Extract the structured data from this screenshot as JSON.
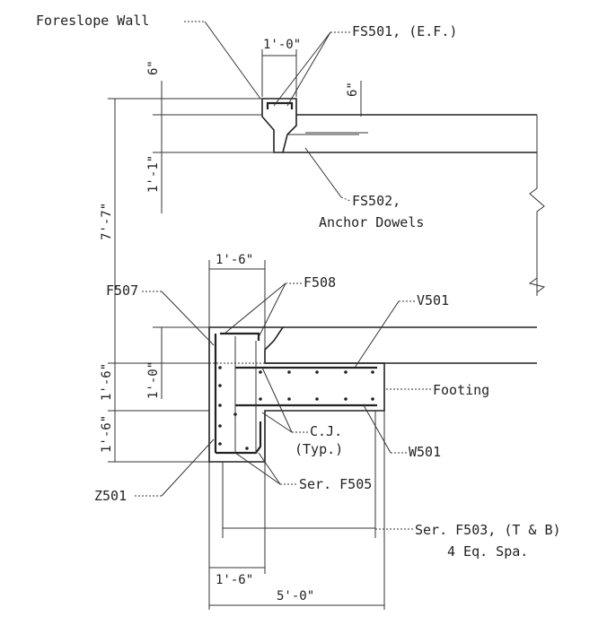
{
  "labels": {
    "foreslope_wall": "Foreslope Wall",
    "fs501": "FS501, (E.F.)",
    "fs502_line1": "FS502,",
    "fs502_line2": "Anchor Dowels",
    "f507": "F507",
    "f508": "F508",
    "v501": "V501",
    "footing": "Footing",
    "cj_line1": "C.J.",
    "cj_line2": "(Typ.)",
    "w501": "W501",
    "z501": "Z501",
    "ser_f505": "Ser. F505",
    "ser_f503_line1": "Ser. F503, (T & B)",
    "ser_f503_line2": "4 Eq. Spa."
  },
  "dimensions": {
    "top_width": "1'-0\"",
    "top_height": "6\"",
    "right_height": "6\"",
    "wall_height": "1'-1\"",
    "overall_height": "7'-7\"",
    "stem_width": "1'-6\"",
    "slab_height": "1'-0\"",
    "upper_footing": "1'-6\"",
    "lower_footing": "1'-6\"",
    "bottom_stem": "1'-6\"",
    "footing_length": "5'-0\""
  },
  "colors": {
    "ink": "#222222",
    "background": "#ffffff"
  }
}
